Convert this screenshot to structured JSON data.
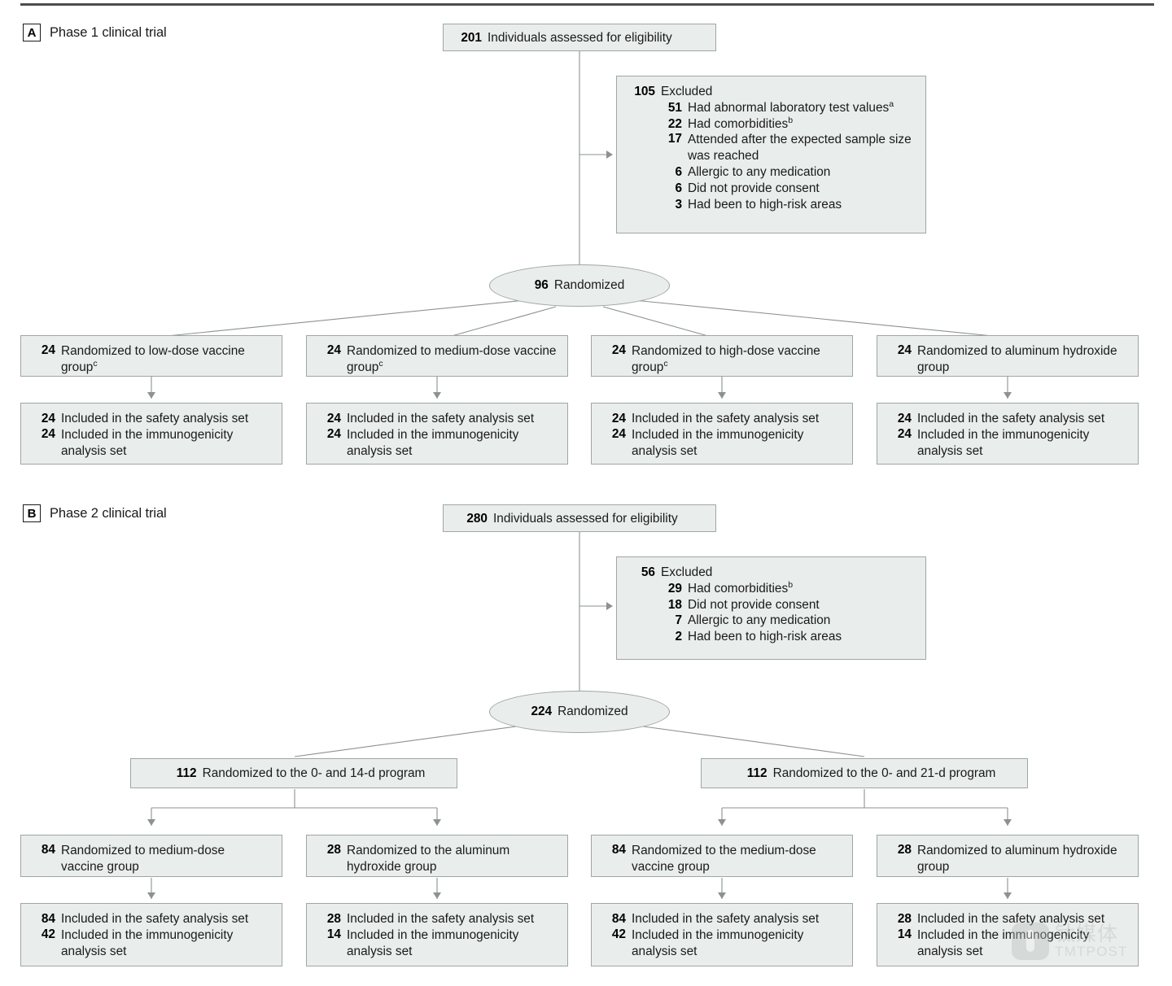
{
  "figure": {
    "type": "consort-flow-diagram",
    "top_rule": true
  },
  "panels": [
    {
      "letter": "A",
      "title": "Phase 1 clinical trial",
      "enrollment": {
        "n": "201",
        "text": "Individuals assessed for eligibility"
      },
      "excluded": {
        "n": "105",
        "text": "Excluded",
        "reasons": [
          {
            "n": "51",
            "text": "Had abnormal laboratory test values",
            "sup": "a"
          },
          {
            "n": "22",
            "text": "Had comorbidities",
            "sup": "b"
          },
          {
            "n": "17",
            "text": "Attended after the expected sample size was reached",
            "sup": ""
          },
          {
            "n": "6",
            "text": "Allergic to any medication",
            "sup": ""
          },
          {
            "n": "6",
            "text": "Did not provide consent",
            "sup": ""
          },
          {
            "n": "3",
            "text": "Had been to high-risk areas",
            "sup": ""
          }
        ]
      },
      "randomized": {
        "n": "96",
        "text": "Randomized"
      },
      "arms": [
        {
          "alloc": {
            "n": "24",
            "text": "Randomized to low-dose vaccine group",
            "sup": "c"
          },
          "analysis": [
            {
              "n": "24",
              "text": "Included in the safety analysis set"
            },
            {
              "n": "24",
              "text": "Included in the immunogenicity analysis set"
            }
          ]
        },
        {
          "alloc": {
            "n": "24",
            "text": "Randomized to medium-dose vaccine group",
            "sup": "c"
          },
          "analysis": [
            {
              "n": "24",
              "text": "Included in the safety analysis set"
            },
            {
              "n": "24",
              "text": "Included in the immunogenicity analysis set"
            }
          ]
        },
        {
          "alloc": {
            "n": "24",
            "text": "Randomized to high-dose vaccine group",
            "sup": "c"
          },
          "analysis": [
            {
              "n": "24",
              "text": "Included in the safety analysis set"
            },
            {
              "n": "24",
              "text": "Included in the immunogenicity analysis set"
            }
          ]
        },
        {
          "alloc": {
            "n": "24",
            "text": "Randomized to aluminum hydroxide group",
            "sup": ""
          },
          "analysis": [
            {
              "n": "24",
              "text": "Included in the safety analysis set"
            },
            {
              "n": "24",
              "text": "Included in the immunogenicity analysis set"
            }
          ]
        }
      ]
    },
    {
      "letter": "B",
      "title": "Phase 2 clinical trial",
      "enrollment": {
        "n": "280",
        "text": "Individuals assessed for eligibility"
      },
      "excluded": {
        "n": "56",
        "text": "Excluded",
        "reasons": [
          {
            "n": "29",
            "text": "Had comorbidities",
            "sup": "b"
          },
          {
            "n": "18",
            "text": "Did not provide consent",
            "sup": ""
          },
          {
            "n": "7",
            "text": "Allergic to any medication",
            "sup": ""
          },
          {
            "n": "2",
            "text": "Had been to high-risk areas",
            "sup": ""
          }
        ]
      },
      "randomized": {
        "n": "224",
        "text": "Randomized"
      },
      "programs": [
        {
          "n": "112",
          "text": "Randomized to the 0- and 14-d program"
        },
        {
          "n": "112",
          "text": "Randomized to the 0- and 21-d program"
        }
      ],
      "arms": [
        {
          "alloc": {
            "n": "84",
            "text": "Randomized to medium-dose vaccine group",
            "sup": ""
          },
          "analysis": [
            {
              "n": "84",
              "text": "Included in the safety analysis set"
            },
            {
              "n": "42",
              "text": "Included in the immunogenicity analysis set"
            }
          ]
        },
        {
          "alloc": {
            "n": "28",
            "text": "Randomized to the aluminum hydroxide group",
            "sup": ""
          },
          "analysis": [
            {
              "n": "28",
              "text": "Included in the safety analysis set"
            },
            {
              "n": "14",
              "text": "Included in the immunogenicity analysis set"
            }
          ]
        },
        {
          "alloc": {
            "n": "84",
            "text": "Randomized to the medium-dose vaccine group",
            "sup": ""
          },
          "analysis": [
            {
              "n": "84",
              "text": "Included in the safety analysis set"
            },
            {
              "n": "42",
              "text": "Included in the immunogenicity analysis set"
            }
          ]
        },
        {
          "alloc": {
            "n": "28",
            "text": "Randomized to aluminum hydroxide group",
            "sup": ""
          },
          "analysis": [
            {
              "n": "28",
              "text": "Included in the safety analysis set"
            },
            {
              "n": "14",
              "text": "Included in the immunogenicity analysis set"
            }
          ]
        }
      ]
    }
  ],
  "watermark": {
    "cn": "钛媒体",
    "en": "TMTPOST"
  },
  "colors": {
    "box_fill": "#e9edeb",
    "box_border": "#a0a6a5",
    "connector": "#8c9291",
    "text": "#1a1a1a",
    "rule": "#4d4d4d"
  }
}
